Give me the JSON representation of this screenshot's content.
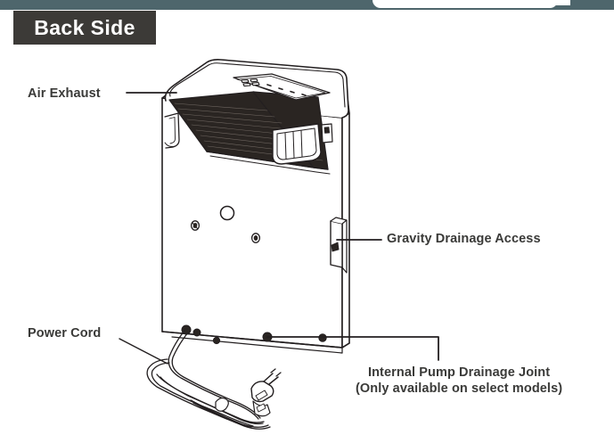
{
  "page": {
    "title": "Back Side",
    "product": "portable dehumidifier - back side view",
    "background_color": "#ffffff",
    "top_bar_color": "#4e666c",
    "title_chip_color": "#3c3a37",
    "title_text_color": "#ffffff",
    "label_text_color": "#3a3a38",
    "line_color": "#231f20"
  },
  "callouts": [
    {
      "id": "air-exhaust",
      "label": "Air Exhaust",
      "lines": [
        "Air Exhaust"
      ],
      "target": "air exhaust grille on top rear of unit",
      "leader": "horizontal line right to top-left edge of grille"
    },
    {
      "id": "gravity-drainage-access",
      "label": "Gravity Drainage Access",
      "lines": [
        "Gravity Drainage Access"
      ],
      "target": "hinged drainage access flap on right side panel",
      "leader": "horizontal line left to drainage flap"
    },
    {
      "id": "power-cord",
      "label": "Power Cord",
      "lines": [
        "Power Cord"
      ],
      "target": "coiled power cord with plug at base of unit",
      "leader": "diagonal line down-right to cord coil"
    },
    {
      "id": "internal-pump-drainage-joint",
      "label": "Internal Pump Drainage Joint",
      "lines": [
        "Internal Pump Drainage Joint",
        "(Only available on select models)"
      ],
      "note": "(Only available on select models)",
      "target": "drainage joint port at bottom rear of unit",
      "leader": "vertical line up then horizontal left to port"
    }
  ],
  "unit_features": {
    "control_panel": "recessed control panel on top face with buttons and indicator marks",
    "exhaust_grille": "dark louvered air exhaust grille across top rear",
    "handles": [
      "left side recessed carry handle",
      "right side recessed carry handle"
    ],
    "rear_fittings": [
      "screw fitting upper left",
      "round port center",
      "screw fitting lower right"
    ],
    "base_points": [
      "cord exit grommet",
      "foot",
      "pump drainage joint port",
      "foot"
    ]
  }
}
